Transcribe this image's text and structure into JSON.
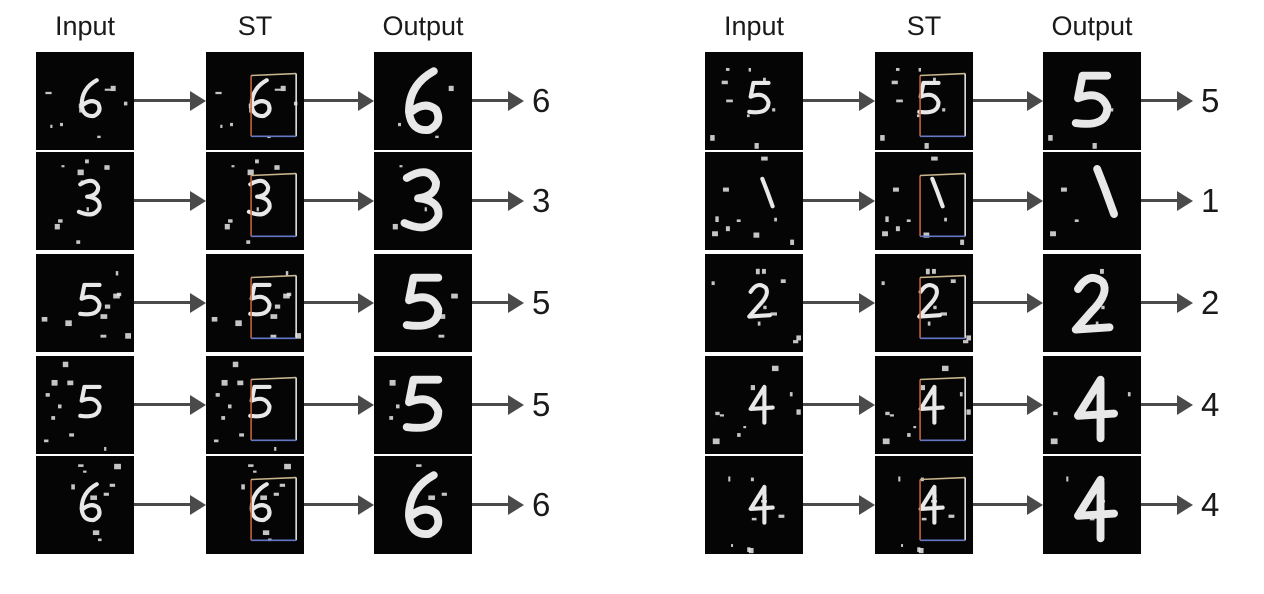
{
  "panels": [
    {
      "headers": {
        "input": "Input",
        "st": "ST",
        "output": "Output"
      },
      "rows": [
        {
          "digit": "6",
          "label": "6"
        },
        {
          "digit": "3",
          "label": "3"
        },
        {
          "digit": "5",
          "label": "5"
        },
        {
          "digit": "5",
          "label": "5"
        },
        {
          "digit": "6",
          "label": "6"
        }
      ]
    },
    {
      "headers": {
        "input": "Input",
        "st": "ST",
        "output": "Output"
      },
      "rows": [
        {
          "digit": "5",
          "label": "5"
        },
        {
          "digit": "1",
          "label": "1"
        },
        {
          "digit": "2",
          "label": "2"
        },
        {
          "digit": "4",
          "label": "4"
        },
        {
          "digit": "4",
          "label": "4"
        }
      ]
    }
  ],
  "colors": {
    "tile_background": "#050505",
    "digit_stroke": "#e8e8e8",
    "arrow": "#4a4a4a",
    "st_box_left": "#c8643c",
    "st_box_top": "#c8b48c",
    "st_box_right": "#e6e6e6",
    "st_box_bottom": "#6478c8"
  }
}
